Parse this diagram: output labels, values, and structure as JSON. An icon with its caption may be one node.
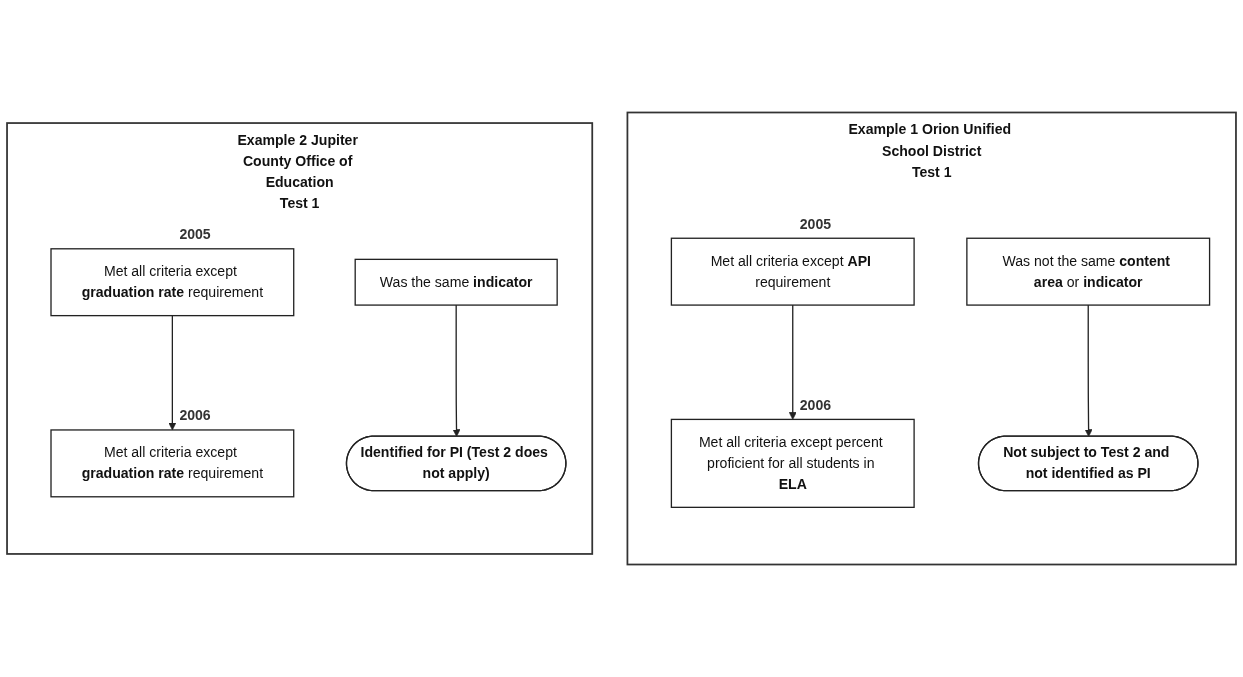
{
  "diagram": {
    "nodes": [
      {
        "text": [
          "Example 1 Orion Unified School District",
          "Test 1"
        ]
      },
      {
        "text": [
          "Met all criteria except **API** requirement"
        ],
        "in": 0,
        "beside": [
          "2005"
        ]
      },
      {
        "text": [
          "Met all criteria except percent proficient for all students in **ELA**"
        ],
        "in": 0,
        "beside": [
          "2006"
        ]
      },
      {
        "text": [
          "Was not the same **content area** or **indicator**"
        ],
        "in": 0
      },
      {
        "text": [
          "Not subject to Test 2 and not identified as PI"
        ],
        "in": 0
      },
      {
        "text": [
          "Example 2 Jupiter County Office of Education",
          "Test 1"
        ]
      },
      {
        "text": [
          "Met all criteria except **graduation rate** requirement"
        ],
        "in": 5,
        "beside": [
          "2005"
        ]
      },
      {
        "text": [
          "Met all criteria except **graduation rate** requirement"
        ],
        "in": 5,
        "beside": [
          "2006"
        ]
      },
      {
        "text": [
          "Was the same **indicator**"
        ],
        "in": 5
      },
      {
        "text": [
          "Identified for PI (Test 2 does not apply)"
        ],
        "in": 5
      }
    ],
    "edges": [
      {
        "from": 1,
        "to": 2,
        "arrow": "to"
      },
      {
        "from": 3,
        "to": 4,
        "arrow": "to"
      },
      {
        "from": 6,
        "to": 7,
        "arrow": "to"
      },
      {
        "from": 8,
        "to": 9,
        "arrow": "to"
      }
    ]
  }
}
